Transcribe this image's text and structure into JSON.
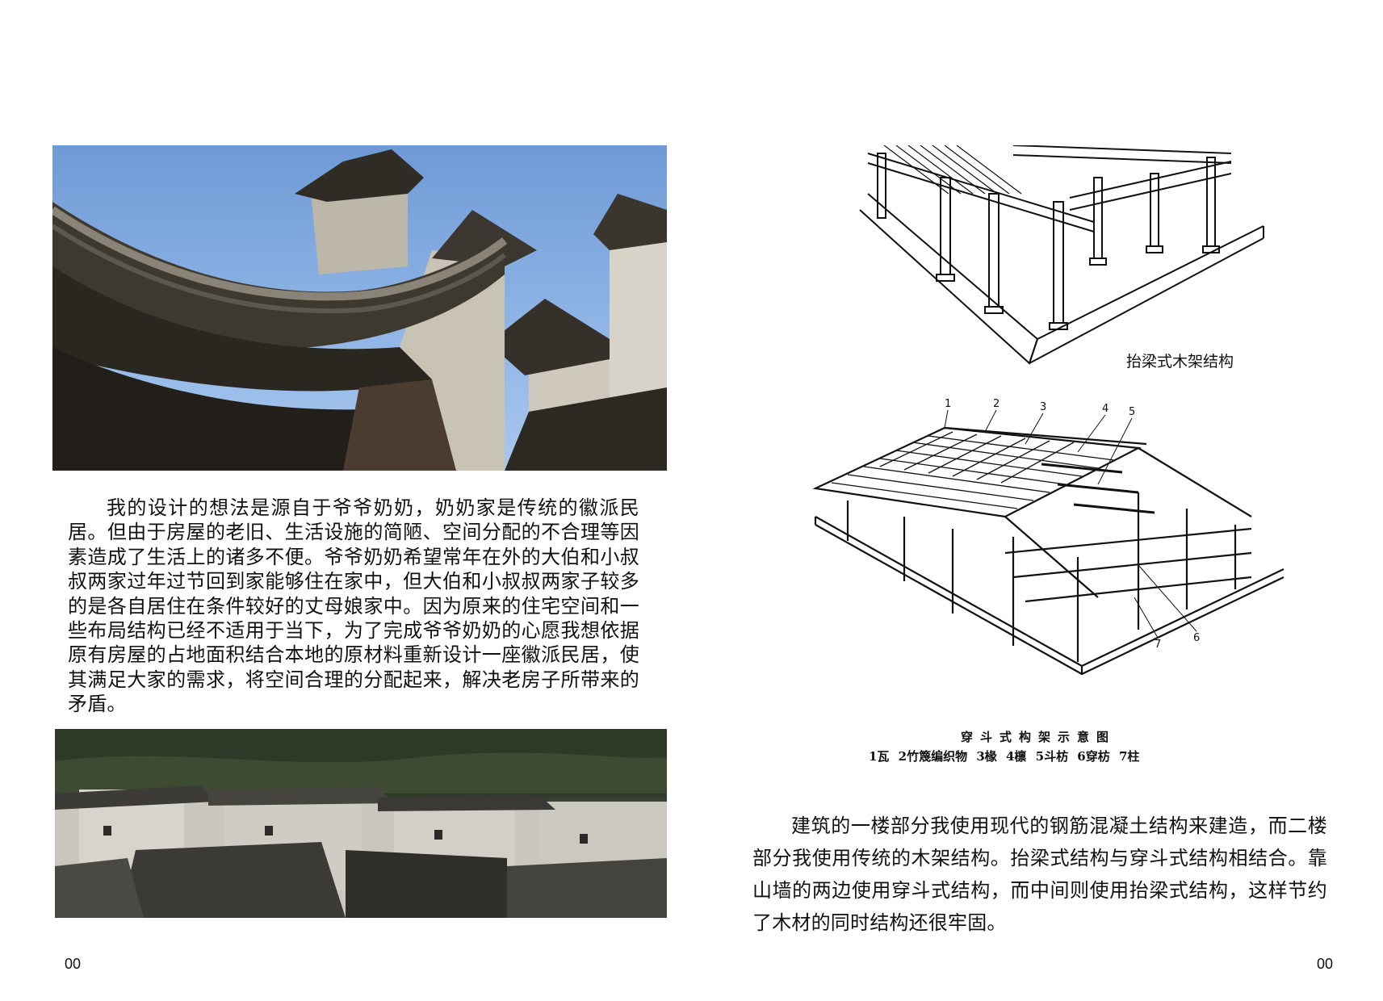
{
  "left_page": {
    "paragraph": "我的设计的想法是源自于爷爷奶奶，奶奶家是传统的徽派民居。但由于房屋的老旧、生活设施的简陋、空间分配的不合理等因素造成了生活上的诸多不便。爷爷奶奶希望常年在外的大伯和小叔叔两家过年过节回到家能够住在家中，但大伯和小叔叔两家子较多的是各自居住在条件较好的丈母娘家中。因为原来的住宅空间和一些布局结构已经不适用于当下，为了完成爷爷奶奶的心愿我想依据原有房屋的占地面积结合本地的原材料重新设计一座徽派民居，使其满足大家的需求，将空间合理的分配起来，解决老房子所带来的矛盾。",
    "page_number": "00"
  },
  "right_page": {
    "caption_tailiang": "抬梁式木架结构",
    "diagram_labels": [
      "1",
      "2",
      "3",
      "4",
      "5",
      "6",
      "7"
    ],
    "caption_chuandou_title": "穿斗式构架示意图",
    "caption_chuandou_legend": "1瓦 2竹篾编织物 3椽 4檩 5斗枋 6穿枋 7柱",
    "paragraph": "建筑的一楼部分我使用现代的钢筋混凝土结构来建造，而二楼部分我使用传统的木架结构。抬梁式结构与穿斗式结构相结合。靠山墙的两边使用穿斗式结构，而中间则使用抬梁式结构，这样节约了木材的同时结构还很牢固。",
    "page_number": "00"
  },
  "colors": {
    "sky": "#8fb5e6",
    "roof_tile": "#2e2a24",
    "wall": "#d9d4c9",
    "ink": "#111111"
  }
}
